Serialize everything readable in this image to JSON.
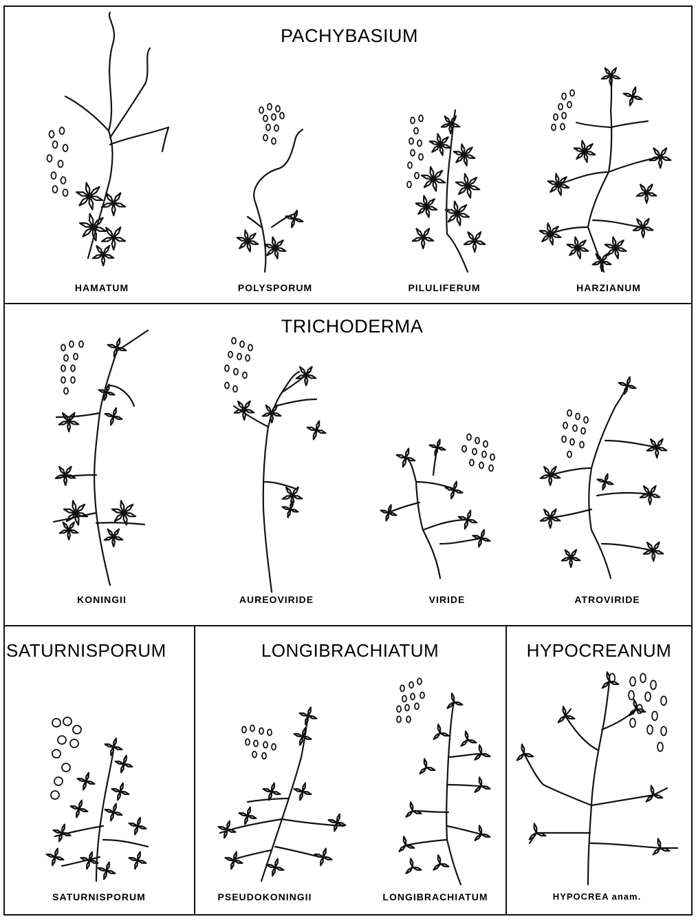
{
  "sections": {
    "pachybasium": {
      "title": "PACHYBASIUM",
      "species": [
        "HAMATUM",
        "POLYSPORUM",
        "PILULIFERUM",
        "HARZIANUM"
      ]
    },
    "trichoderma": {
      "title": "TRICHODERMA",
      "species": [
        "KONINGII",
        "AUREOVIRIDE",
        "VIRIDE",
        "ATROVIRIDE"
      ]
    },
    "saturnisporum": {
      "title": "SATURNISPORUM",
      "species": [
        "SATURNISPORUM"
      ]
    },
    "longibrachiatum": {
      "title": "LONGIBRACHIATUM",
      "species": [
        "PSEUDOKONINGII",
        "LONGIBRACHIATUM"
      ]
    },
    "hypocreanum": {
      "title": "HYPOCREANUM",
      "species": [
        "HYPOCREA anam."
      ]
    }
  },
  "style": {
    "line_color": "#111111",
    "background": "#ffffff"
  }
}
